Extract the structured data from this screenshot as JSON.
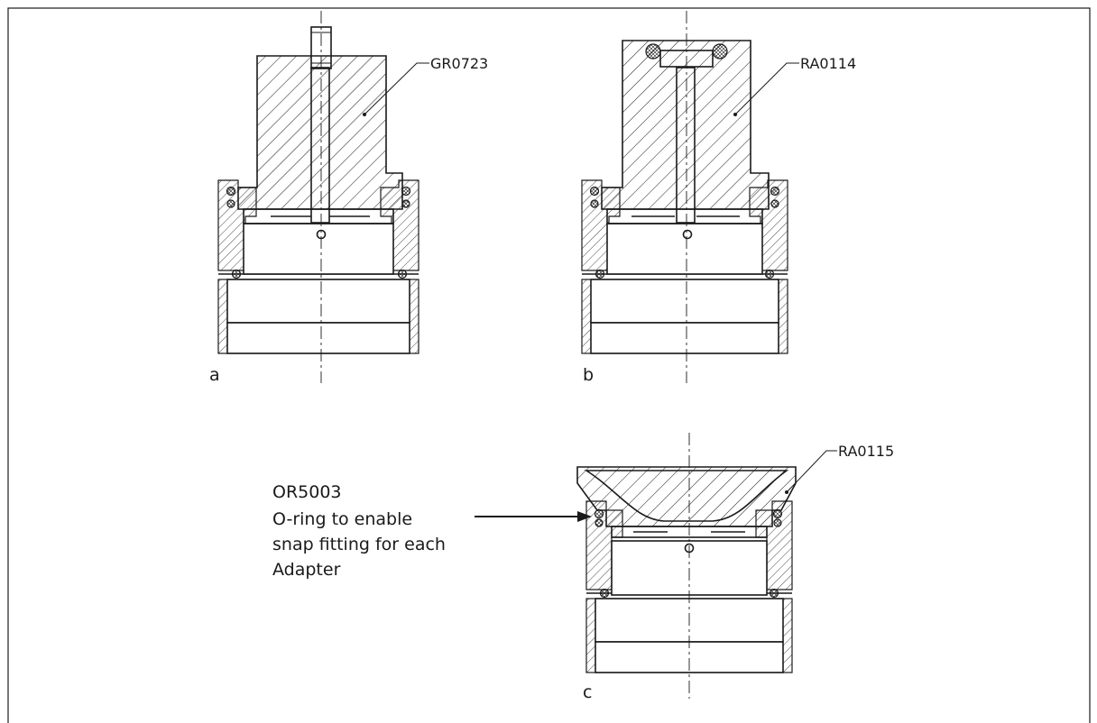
{
  "figure": {
    "parts": {
      "a": {
        "sub_label": "a",
        "callout": "GR0723"
      },
      "b": {
        "sub_label": "b",
        "callout": "RA0114"
      },
      "c": {
        "sub_label": "c",
        "callout": "RA0115"
      }
    },
    "oring_note": {
      "code": "OR5003",
      "lines": [
        "O-ring to enable",
        "snap fitting for each",
        "Adapter"
      ]
    }
  }
}
